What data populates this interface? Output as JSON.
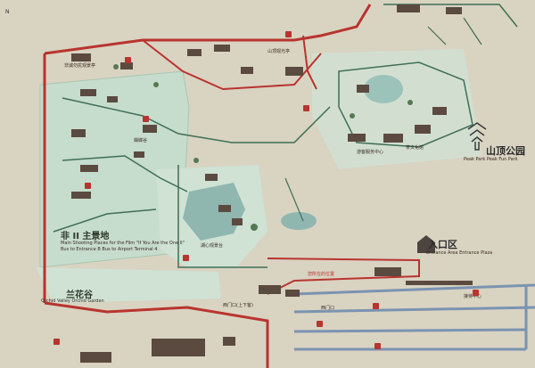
{
  "north_label": "N",
  "zones": {
    "main_scenic": {
      "title": "非 II 主景地",
      "sub1": "Main Shooting Places for the Film \"If You Are the One II\"",
      "sub2": "Bus to Entrance B  Bus to Airport Terminal 4"
    },
    "orchid_valley": {
      "title": "兰花谷",
      "sub": "Orchid Valley  Orchid Garden"
    },
    "hilltop_park": {
      "title": "山顶公园",
      "sub": "Peak Park  Peak Fun Park"
    },
    "entrance": {
      "title": "入口区",
      "sub": "Entrance Area  Entrance Plaza"
    }
  },
  "place_labels": {
    "you_are_here": "您所在的位置",
    "west_gate": "西门口",
    "gate_small": "西门口(上下客)",
    "reception": "接待中心",
    "pavilion_a": "非诚勿扰观景亭",
    "pavilion_b": "山顶观光亭",
    "tea_house": "茶文化馆",
    "lake_view": "湖心观景台",
    "butterfly": "蝴蝶谷",
    "service_center": "游客服务中心"
  },
  "colors": {
    "background": "#d9d3c2",
    "main_road": "#b8342e",
    "path_green": "#3f6f55",
    "zone_green": "#c6dccc",
    "water": "#8fb7b0",
    "building_dark": "#5b4a40",
    "badge_red": "#b8342e",
    "service_road": "#7a93b0"
  }
}
